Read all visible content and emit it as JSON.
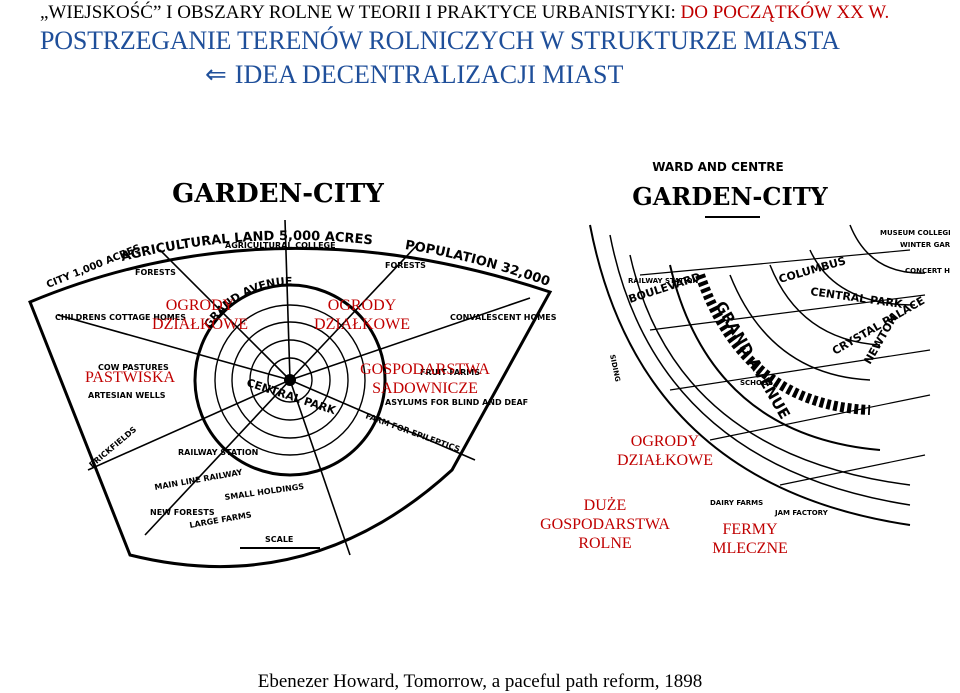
{
  "title": {
    "line1_prefix": "„WIEJSKOŚĆ” I OBSZARY ROLNE W TEORII I PRAKTYCE URBANISTYKI:",
    "line1_accent": "DO POCZĄTKÓW XX W.",
    "line2": "POSTRZEGANIE TERENÓW ROLNICZYCH W STRUKTURZE MIASTA",
    "line3": "IDEA DECENTRALIZACJI MIAST",
    "arrow_icon": "arrow-left-icon"
  },
  "left_plan": {
    "heading": "GARDEN-CITY",
    "arc_left": "AGRICULTURAL LAND 5,000 ACRES",
    "arc_right": "POPULATION 32,000",
    "city_label": "CITY 1,000 ACRES",
    "center": "CENTRAL PARK",
    "ring": "GRAND AVENUE",
    "notes": {
      "agri_college": "AGRICULTURAL COLLEGE",
      "forests_a": "FORESTS",
      "forests_b": "FORESTS",
      "convalescent": "CONVALESCENT HOMES",
      "childrens": "CHILDRENS COTTAGE HOMES",
      "cow_pastures": "COW PASTURES",
      "artesian": "ARTESIAN WELLS",
      "brickfields": "BRICKFIELDS",
      "fruit_farms": "FRUIT FARMS",
      "asylums": "ASYLUMS FOR BLIND AND DEAF",
      "farm_epileptics": "FARM FOR EPILEPTICS",
      "main_line": "MAIN LINE RAILWAY",
      "small_holdings": "SMALL HOLDINGS",
      "new_forests": "NEW FORESTS",
      "large_farms": "LARGE FARMS",
      "railway_station": "RAILWAY STATION",
      "scale": "SCALE"
    },
    "overlay_labels": {
      "allotments_left": [
        "OGRODY",
        "DZIAŁKOWE"
      ],
      "allotments_right": [
        "OGRODY",
        "DZIAŁKOWE"
      ],
      "pastures": [
        "PASTWISKA"
      ],
      "orchards": [
        "GOSPODARSTWA",
        "SADOWNICZE"
      ]
    }
  },
  "right_plan": {
    "heading_small": "WARD AND CENTRE",
    "heading": "GARDEN-CITY",
    "street_boulevard": "BOULEVARD",
    "street_grand": "GRAND AVENUE",
    "street_columbus": "COLUMBUS",
    "street_central": "CENTRAL PARK",
    "street_crystal": "CRYSTAL PALACE",
    "street_newton": "NEWTON",
    "notes": {
      "museum": "MUSEUM COLLEGE",
      "winter_garden": "WINTER GARDEN",
      "concert_hall": "CONCERT HALL",
      "dairy_farms": "DAIRY FARMS",
      "jam_factory": "JAM FACTORY",
      "school": "SCHOOL",
      "railway": "RAILWAY STATION",
      "siding": "SIDING"
    },
    "overlay_labels": {
      "allotments": [
        "OGRODY",
        "DZIAŁKOWE"
      ],
      "large_farms": [
        "DUŻE",
        "GOSPODARSTWA",
        "ROLNE"
      ],
      "dairy": [
        "FERMY",
        "MLECZNE"
      ]
    }
  },
  "caption": "Ebenezer Howard, Tomorrow, a paceful path reform, 1898",
  "colors": {
    "accent_red": "#c00000",
    "title_blue": "#1f4f9a"
  }
}
